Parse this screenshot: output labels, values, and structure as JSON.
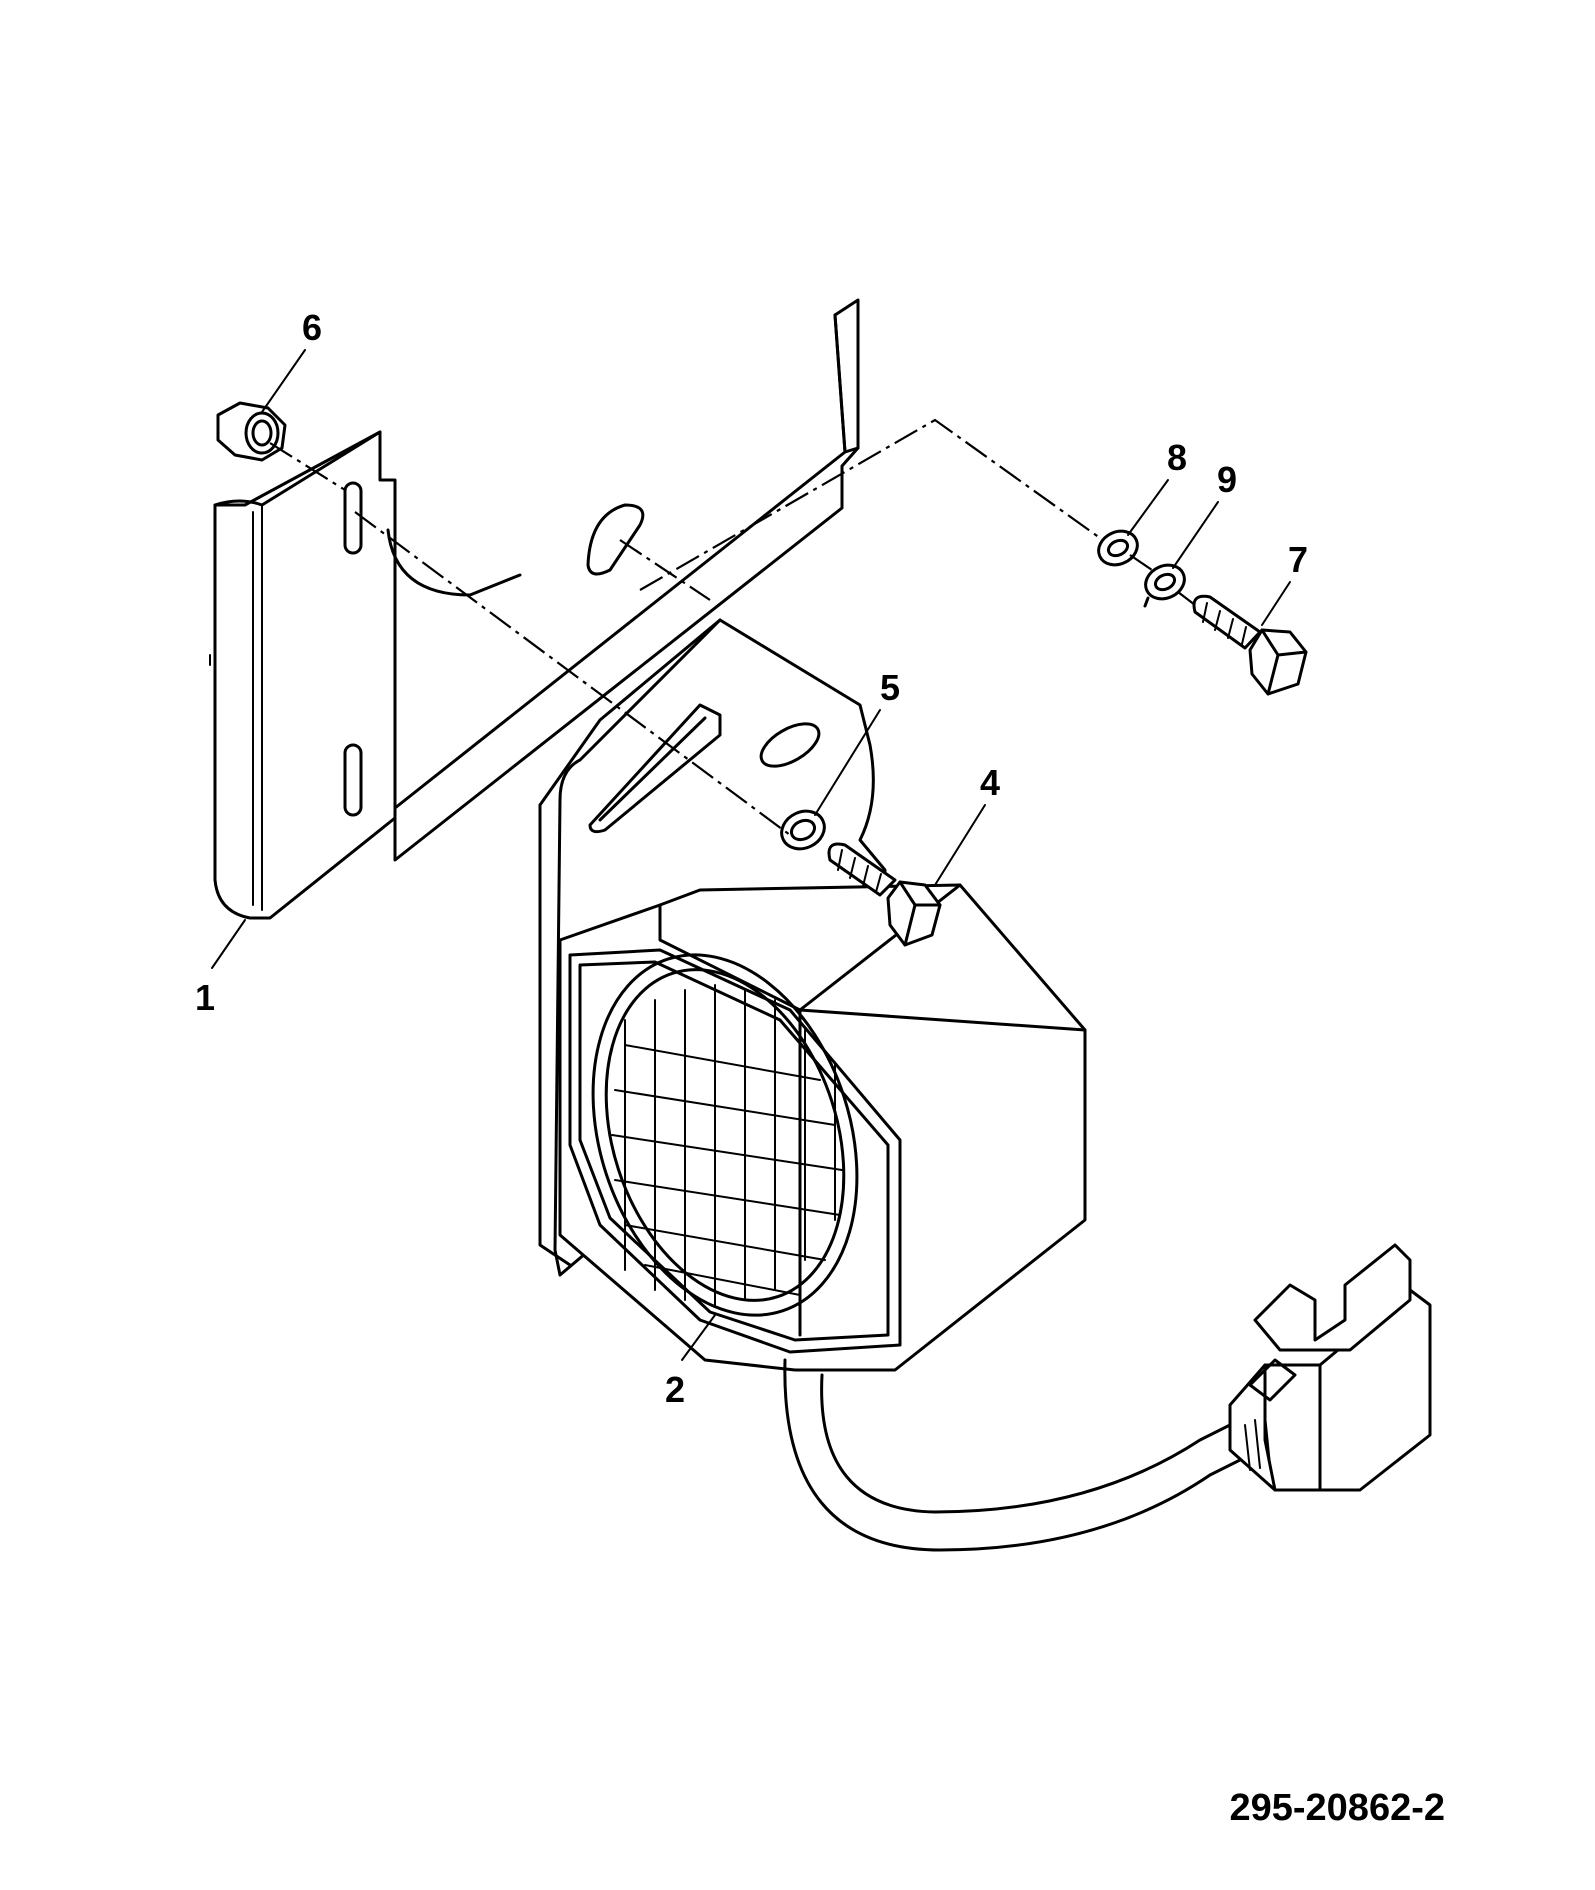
{
  "callouts": {
    "c1": "1",
    "c2": "2",
    "c4": "4",
    "c5": "5",
    "c6": "6",
    "c7": "7",
    "c8": "8",
    "c9": "9"
  },
  "reference_number": "295-20862-2"
}
